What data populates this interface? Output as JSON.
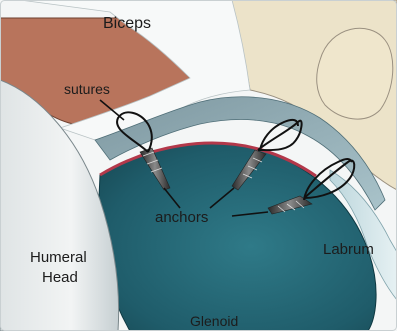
{
  "labels": {
    "biceps": "Biceps",
    "sutures": "sutures",
    "anchors": "anchors",
    "labrum": "Labrum",
    "humeral_line1": "Humeral",
    "humeral_line2": "Head",
    "glenoid": "Glenoid"
  },
  "colors": {
    "frame_bg": "#f4f6f6",
    "biceps_tendon": "#b8745c",
    "bone_cream": "#ece3c9",
    "humeral_head": "#e9ecec",
    "humeral_shadow": "#c9d1d3",
    "glenoid_dark": "#1f5c6a",
    "glenoid_mid": "#2f7a88",
    "labrum_band": "#8fa9b1",
    "labrum_light": "#cfe0e4",
    "cartilage_red": "#b3384a",
    "suture": "#111111",
    "anchor": "#555555"
  }
}
